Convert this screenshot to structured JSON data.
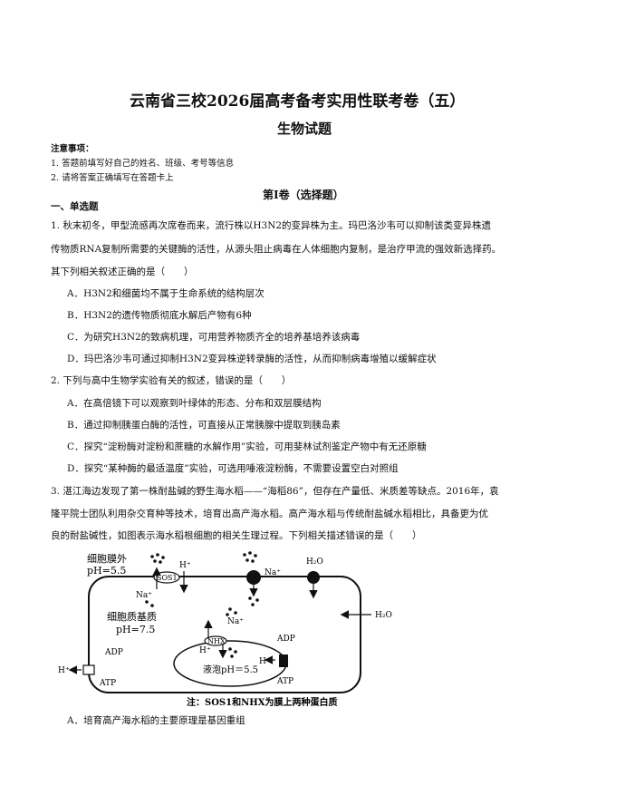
{
  "header": {
    "title": "云南省三校2026届高考备考实用性联考卷（五）",
    "subtitle": "生物试题"
  },
  "notice": {
    "heading": "注意事项：",
    "items": [
      "1. 答题前填写好自己的姓名、班级、考号等信息",
      "2. 请将答案正确填写在答题卡上"
    ]
  },
  "part1": {
    "heading": "第Ⅰ卷（选择题）",
    "section": "一、单选题"
  },
  "q1": {
    "lines": [
      "1. 秋末初冬，甲型流感再次席卷而来，流行株以H3N2的变异株为主。玛巴洛沙韦可以抑制该类变异株遗",
      "传物质RNA复制所需要的关键酶的活性，从源头阻止病毒在人体细胞内复制，是治疗甲流的强效新选择药。",
      "其下列相关叙述正确的是（　　）"
    ],
    "options": [
      "A．H3N2和细菌均不属于生命系统的结构层次",
      "B．H3N2的遗传物质彻底水解后产物有6种",
      "C．为研究H3N2的致病机理，可用营养物质齐全的培养基培养该病毒",
      "D．玛巴洛沙韦可通过抑制H3N2变异株逆转录酶的活性，从而抑制病毒增殖以缓解症状"
    ]
  },
  "q2": {
    "lines": [
      "2. 下列与高中生物学实验有关的叙述，错误的是（　　）"
    ],
    "options": [
      "A．在高倍镜下可以观察到叶绿体的形态、分布和双层膜结构",
      "B．通过抑制胰蛋白酶的活性，可直接从正常胰腺中提取到胰岛素",
      "C．探究“淀粉酶对淀粉和蔗糖的水解作用”实验，可用斐林试剂鉴定产物中有无还原糖",
      "D．探究“某种酶的最适温度”实验，可选用唾液淀粉酶，不需要设置空白对照组"
    ]
  },
  "q3": {
    "lines": [
      "3. 湛江海边发现了第一株耐盐碱的野生海水稻——“海稻86”，但存在产量低、米质差等缺点。2016年，袁",
      "隆平院士团队利用杂交育种等技术，培育出高产海水稻。高产海水稻与传统耐盐碱水稻相比，具备更为优",
      "良的耐盐碱性，如图表示海水稻根细胞的相关生理过程。下列相关描述错误的是（　　）"
    ],
    "options": [
      "A．培育高产海水稻的主要原理是基因重组"
    ]
  },
  "diagram": {
    "outside": "细胞膜外",
    "outside_ph": "pH=5.5",
    "sos1": "SOS1",
    "hplus": "H⁺",
    "na": "Na⁺",
    "h2o": "H₂O",
    "cytoplasm": "细胞质基质",
    "cytoplasm_ph": "pH=7.5",
    "nhx": "NHX",
    "vacuole": "液泡pH＝5.5",
    "adp": "ADP",
    "atp": "ATP",
    "note": "注：SOS1和NHX为膜上两种蛋白质"
  }
}
